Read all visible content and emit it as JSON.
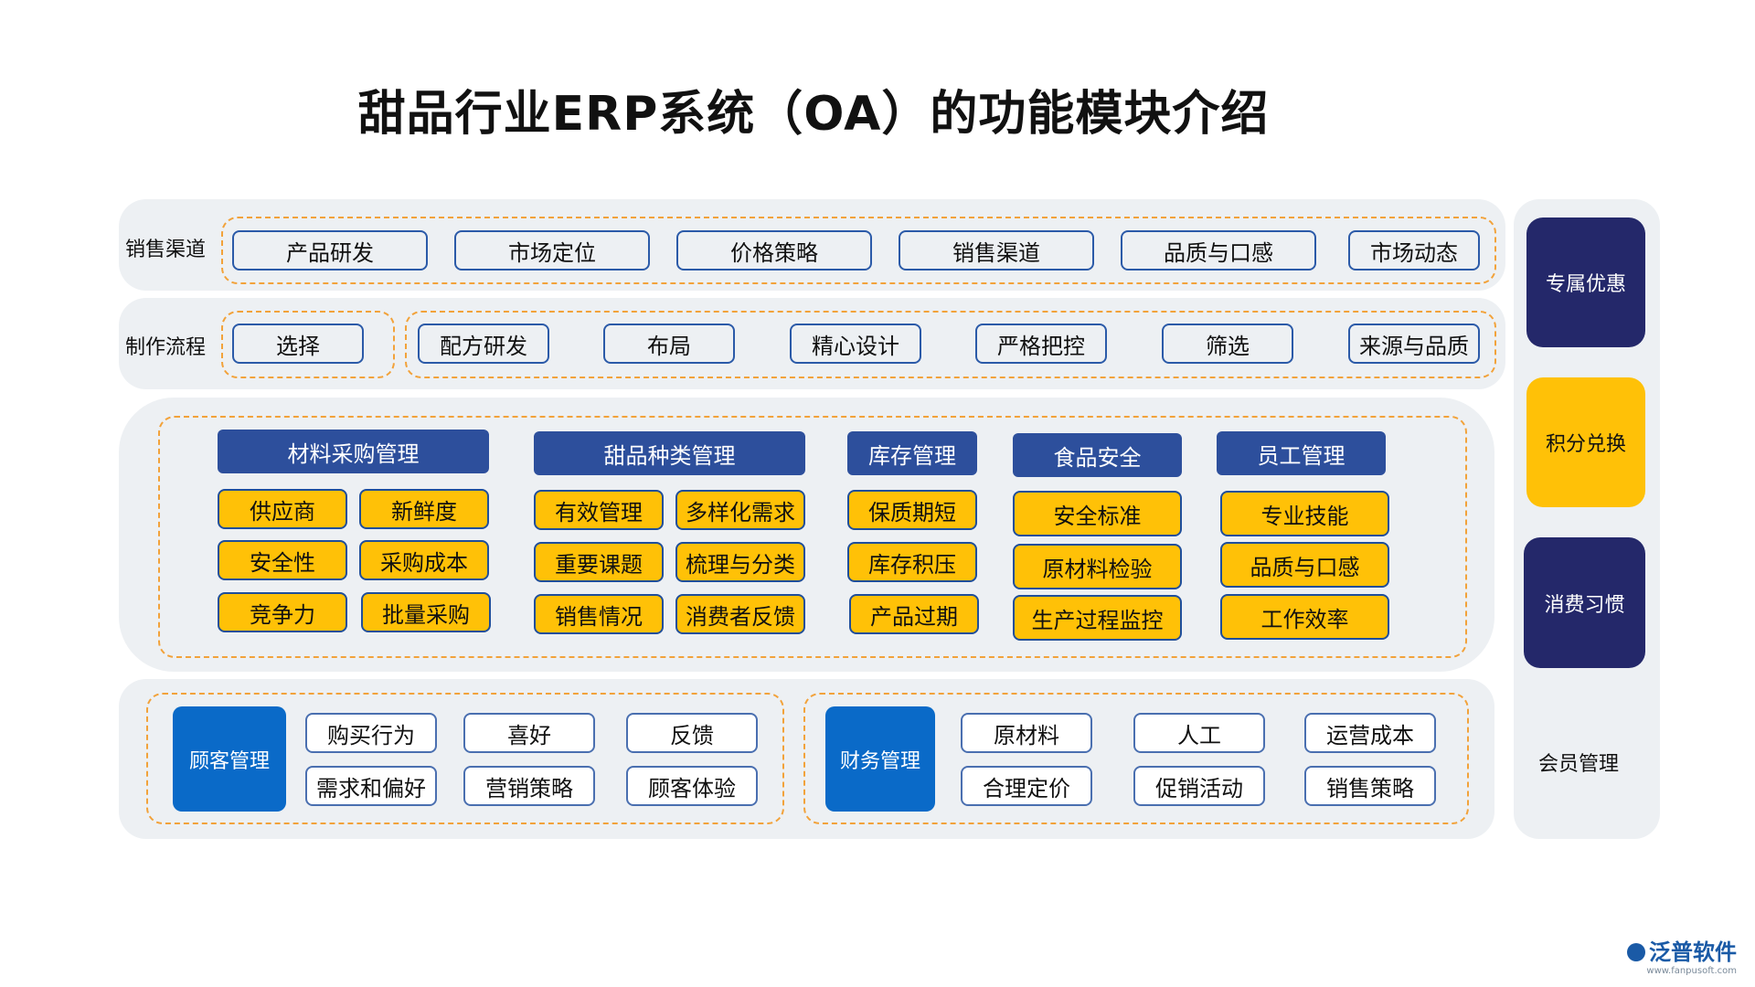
{
  "title": "甜品行业ERP系统（OA）的功能模块介绍",
  "sales": {
    "label": "销售渠道",
    "items": [
      "产品研发",
      "市场定位",
      "价格策略",
      "销售渠道",
      "品质与口感",
      "市场动态"
    ]
  },
  "process": {
    "label": "制作流程",
    "first": "选择",
    "items": [
      "配方研发",
      "布局",
      "精心设计",
      "严格把控",
      "筛选",
      "来源与品质"
    ]
  },
  "modules": [
    {
      "header": "材料采购管理",
      "items": [
        "供应商",
        "新鲜度",
        "安全性",
        "采购成本",
        "竞争力",
        "批量采购"
      ]
    },
    {
      "header": "甜品种类管理",
      "items": [
        "有效管理",
        "多样化需求",
        "重要课题",
        "梳理与分类",
        "销售情况",
        "消费者反馈"
      ]
    },
    {
      "header": "库存管理",
      "items": [
        "保质期短",
        "库存积压",
        "产品过期"
      ]
    },
    {
      "header": "食品安全",
      "items": [
        "安全标准",
        "原材料检验",
        "生产过程监控"
      ]
    },
    {
      "header": "员工管理",
      "items": [
        "专业技能",
        "品质与口感",
        "工作效率"
      ]
    }
  ],
  "customer": {
    "label": "顾客管理",
    "items": [
      "购买行为",
      "喜好",
      "反馈",
      "需求和偏好",
      "营销策略",
      "顾客体验"
    ]
  },
  "finance": {
    "label": "财务管理",
    "items": [
      "原材料",
      "人工",
      "运营成本",
      "合理定价",
      "促销活动",
      "销售策略"
    ]
  },
  "member": {
    "items": [
      "专属优惠",
      "积分兑换",
      "消费习惯"
    ],
    "label": "会员管理"
  },
  "logo": {
    "name": "泛普软件",
    "url": "www.fanpusoft.com"
  },
  "colors": {
    "navy": "#24286a",
    "header_blue": "#2d4f9c",
    "gold": "#ffc107",
    "dash_orange": "#f2a23a",
    "bright_blue": "#0a6ac8",
    "panel": "#edf0f3"
  }
}
